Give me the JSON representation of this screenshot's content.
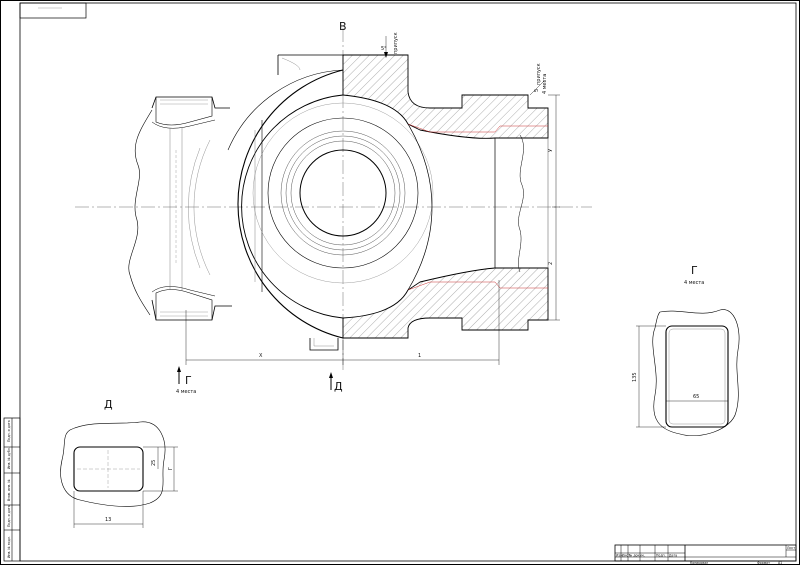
{
  "labels": {
    "view_b": "В",
    "view_g_title": "Г",
    "view_g_sub": "4 места",
    "view_d_title": "Д",
    "section_g_arrow": "Г",
    "section_g_note": "4 места",
    "section_d_arrow": "Д",
    "top_draft": "5°",
    "top_draft_word": "припуск",
    "right_draft": "5",
    "right_draft_word": "припуск",
    "right_draft_count": "4 места"
  },
  "dimensions": {
    "left_x": "Х",
    "right_1": "1",
    "vert_y": "У",
    "vert_2": "2",
    "g_height": "135",
    "g_width": "65",
    "d_height_a": "25",
    "d_height_b": "Г",
    "d_width": "13"
  },
  "title_block": {
    "copy": "Копировал",
    "format": "Формат",
    "format_value": "А1",
    "sheet": "Лист",
    "col1": "Изм.",
    "col2": "Лист",
    "col3": "№ докум.",
    "col4": "Подп.",
    "col5": "Дата"
  },
  "side_stamp": {
    "c1": "Подп. и дата",
    "c2": "Инв. № дубл.",
    "c3": "Взам. инв. №",
    "c4": "Подп. и дата",
    "c5": "Инв. № подл."
  }
}
